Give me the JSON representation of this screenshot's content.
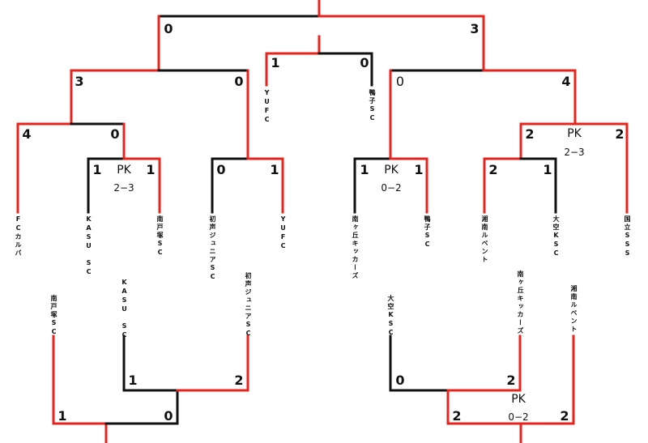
{
  "colors": {
    "winner": "#e8231c",
    "loser": "#111111"
  },
  "teams_top": {
    "fc_karuba": "FCカルバ",
    "kasu_sc": "KASU　SC",
    "minamitotsuka_sc": "南戸塚SC",
    "hatsune_junior_sc": "初声ジュニアSC",
    "yufc": "YUFC",
    "minamigaoka_kickers": "南ヶ丘キッカーズ",
    "kamiko_sc": "鴨子SC",
    "shonan_revent": "湘南ルベント",
    "ozora_ksc": "大空KSC",
    "kokuritsu_sss": "国立SSS",
    "yufc_semi": "YUFC",
    "kamiko_semi": "鴨子SC"
  },
  "teams_bottom": {
    "minamitotsuka_sc": "南戸塚SC",
    "kasu_sc": "KASU　SC",
    "hatsune_junior_sc": "初声ジュニアSC",
    "ozora_ksc": "大空KSC",
    "minamigaoka_kickers": "南ヶ丘キッカーズ",
    "shonan_revent": "湘南ルベント"
  },
  "scores": {
    "final_left": "0",
    "final_right": "3",
    "third_left": "1",
    "third_right": "0",
    "semi_left_left": "3",
    "semi_left_right": "0",
    "semi_right_left": "0",
    "semi_right_right": "4",
    "qf1_left": "4",
    "qf1_right": "0",
    "qf4_left": "2",
    "qf4_right": "2",
    "r1a_left": "1",
    "r1a_right": "1",
    "r1b_left": "0",
    "r1b_right": "1",
    "r1c_left": "1",
    "r1c_right": "1",
    "r1d_left": "2",
    "r1d_right": "1",
    "b_l_sub_left": "1",
    "b_l_sub_right": "2",
    "b_l_top_left": "1",
    "b_l_top_right": "0",
    "b_r_sub_left": "0",
    "b_r_sub_right": "2",
    "b_r_top_left": "2",
    "b_r_top_right": "2"
  },
  "pk": {
    "label": "PK",
    "r1a": "2−3",
    "r1c": "0−2",
    "qf4": "2−3",
    "b_r_top": "0−2"
  }
}
